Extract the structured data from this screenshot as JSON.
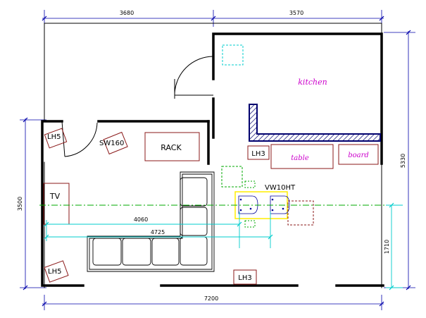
{
  "dimensions": {
    "top_left": "3680",
    "top_right": "3570",
    "bottom": "7200",
    "right_height": "5330",
    "left_height": "3500",
    "right_lower": "1710",
    "cyan_a": "4060",
    "cyan_b": "4725"
  },
  "labels": {
    "kitchen": "kitchen",
    "table": "table",
    "board": "board",
    "rack": "RACK",
    "tv": "TV",
    "sw": "SW160",
    "vw": "VW10HT",
    "lh5_top": "LH5",
    "lh5_bottom": "LH5",
    "lh3_top": "LH3",
    "lh3_bottom": "LH3"
  },
  "colors": {
    "wall": "#000000",
    "kitchen_wall": "#00006e",
    "furniture": "#8b1a1a",
    "dimension": "#0000aa",
    "cyan": "#00cccc",
    "green": "#00aa00",
    "kitchen_text": "#cc00cc",
    "label_blue": "#000099",
    "highlight": "#ffee00"
  }
}
